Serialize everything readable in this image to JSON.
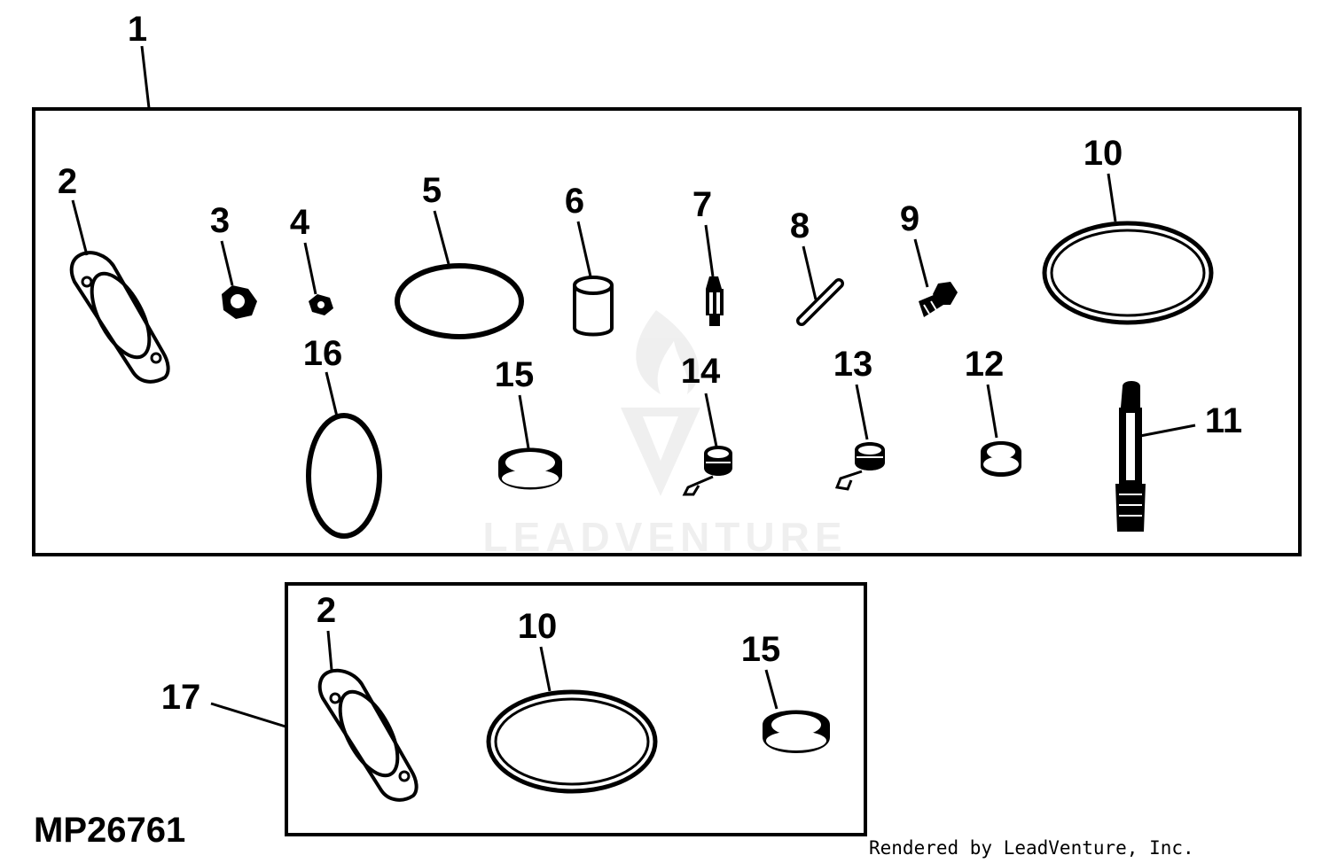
{
  "figure_id": "MP26761",
  "credit": "Rendered by LeadVenture, Inc.",
  "watermark": "LEADVENTURE",
  "kit_main": {
    "callout": "1",
    "parts": [
      {
        "callout": "2",
        "icon": "flange-gasket-icon"
      },
      {
        "callout": "3",
        "icon": "nut-icon"
      },
      {
        "callout": "4",
        "icon": "small-nut-icon"
      },
      {
        "callout": "5",
        "icon": "o-ring-icon"
      },
      {
        "callout": "6",
        "icon": "bushing-icon"
      },
      {
        "callout": "7",
        "icon": "needle-valve-icon"
      },
      {
        "callout": "8",
        "icon": "pin-icon"
      },
      {
        "callout": "9",
        "icon": "screw-icon"
      },
      {
        "callout": "10",
        "icon": "large-o-ring-icon"
      },
      {
        "callout": "11",
        "icon": "shaft-icon"
      },
      {
        "callout": "12",
        "icon": "washer-icon"
      },
      {
        "callout": "13",
        "icon": "spring-icon"
      },
      {
        "callout": "14",
        "icon": "spring-icon"
      },
      {
        "callout": "15",
        "icon": "seal-icon"
      },
      {
        "callout": "16",
        "icon": "o-ring-icon"
      }
    ]
  },
  "kit_gasket": {
    "callout": "17",
    "parts": [
      {
        "callout": "2",
        "icon": "flange-gasket-icon"
      },
      {
        "callout": "10",
        "icon": "large-o-ring-icon"
      },
      {
        "callout": "15",
        "icon": "seal-icon"
      }
    ]
  }
}
